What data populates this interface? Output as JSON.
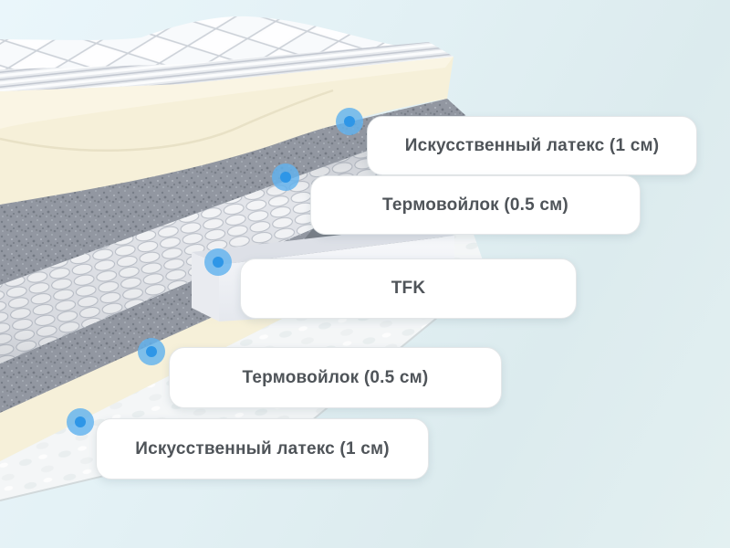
{
  "diagram": {
    "type": "mattress-layer-diagram",
    "labels": [
      {
        "id": "latex-top",
        "text": "Искусственный латекс (1 см)"
      },
      {
        "id": "felt-top",
        "text": "Термовойлок (0.5 см)"
      },
      {
        "id": "spring-block",
        "text": "TFK"
      },
      {
        "id": "felt-bottom",
        "text": "Термовойлок (0.5 см)"
      },
      {
        "id": "latex-bottom",
        "text": "Искусственный латекс (1 см)"
      }
    ],
    "layers": [
      "quilted-cover",
      "artificial-latex-top",
      "thermo-felt-top",
      "tfk-spring-block",
      "thermo-felt-bottom",
      "artificial-latex-bottom",
      "base-cover"
    ],
    "colors": {
      "background_top": "#eaf6fb",
      "background_bottom": "#dcebee",
      "marker_outer": "#61b2ee",
      "marker_inner": "#2e96e7",
      "pill_bg": "#ffffff",
      "pill_border": "#e3e6e8",
      "pill_text": "#4f5459",
      "latex_foam": "#f6f0d9",
      "felt_gray": "#9297a1",
      "springs_white": "#f4f5f7"
    }
  }
}
